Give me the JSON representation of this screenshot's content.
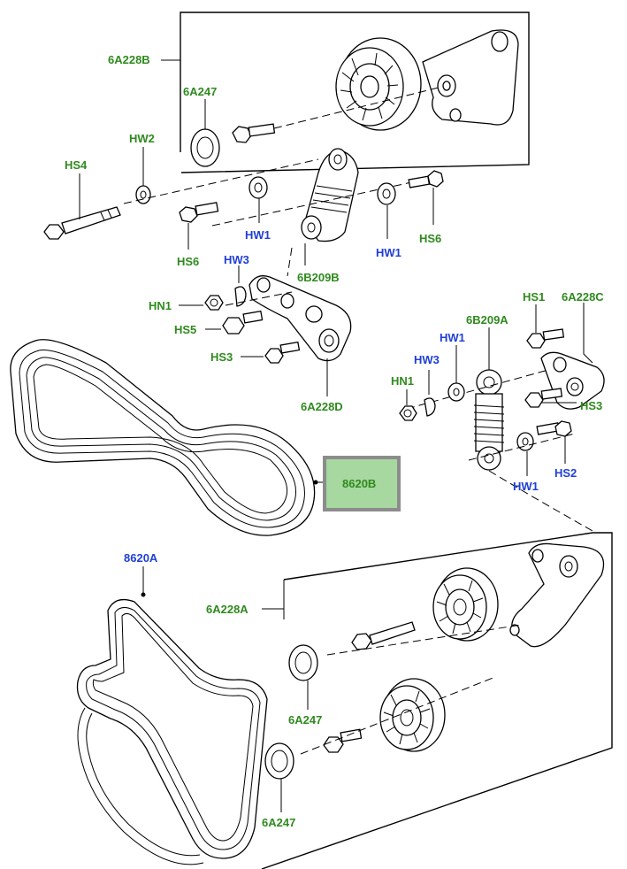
{
  "labels": {
    "top_bracket": "6A228B",
    "top_cap": "6A247",
    "hw2": "HW2",
    "hs4": "HS4",
    "top_hw1_left": "HW1",
    "top_hw1_right": "HW1",
    "top_hs6_left": "HS6",
    "top_hs6_right": "HS6",
    "top_hw3": "HW3",
    "top_tensioner": "6B209B",
    "top_hn1": "HN1",
    "hs5": "HS5",
    "top_hs3": "HS3",
    "top_bracket_d": "6A228D",
    "belt_highlight": "8620B",
    "hs1": "HS1",
    "right_bracket": "6A228C",
    "right_tensioner": "6B209A",
    "right_hw1_top": "HW1",
    "right_hw3": "HW3",
    "right_hn1": "HN1",
    "right_hs3": "HS3",
    "right_hw1_bottom": "HW1",
    "hs2": "HS2",
    "belt_a": "8620A",
    "bottom_bracket": "6A228A",
    "bottom_cap_1": "6A247",
    "bottom_cap_2": "6A247"
  },
  "colors": {
    "green_label": "#2f8a1e",
    "blue_label": "#1f3fd6",
    "highlight_fill": "#a6d8a0",
    "highlight_border": "#8c8c8c"
  }
}
